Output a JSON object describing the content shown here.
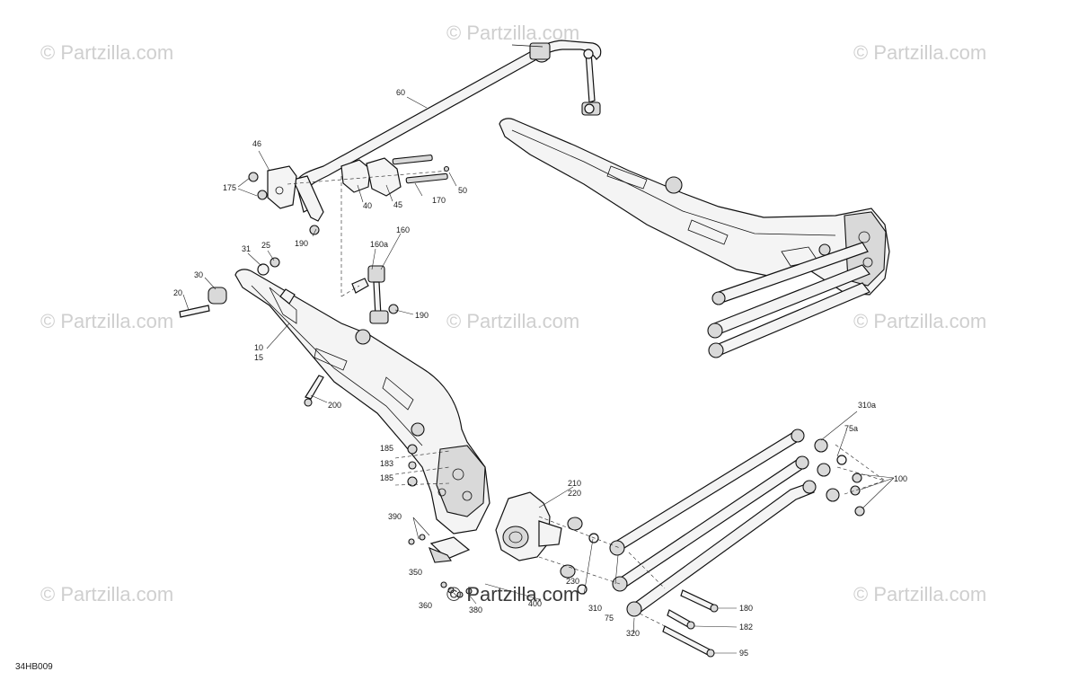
{
  "watermark": {
    "text": "© Partzilla.com",
    "main_text": "© Partzilla.com"
  },
  "diagram_code": "34HB009",
  "callouts": {
    "c60": "60",
    "c46": "46",
    "c175": "175",
    "c40": "40",
    "c45": "45",
    "c170": "170",
    "c50": "50",
    "c190a": "190",
    "c31": "31",
    "c25": "25",
    "c160": "160",
    "c160a": "160a",
    "c30": "30",
    "c20": "20",
    "c190b": "190",
    "c10": "10",
    "c15": "15",
    "c200": "200",
    "c185a": "185",
    "c183": "183",
    "c185b": "185",
    "c210": "210",
    "c220": "220",
    "c390": "390",
    "c350": "350",
    "c360": "360",
    "c380": "380",
    "c400": "400",
    "c230": "230",
    "c310": "310",
    "c75": "75",
    "c320": "320",
    "c310a": "310a",
    "c75a": "75a",
    "c100": "100",
    "c180": "180",
    "c182": "182",
    "c95": "95"
  }
}
